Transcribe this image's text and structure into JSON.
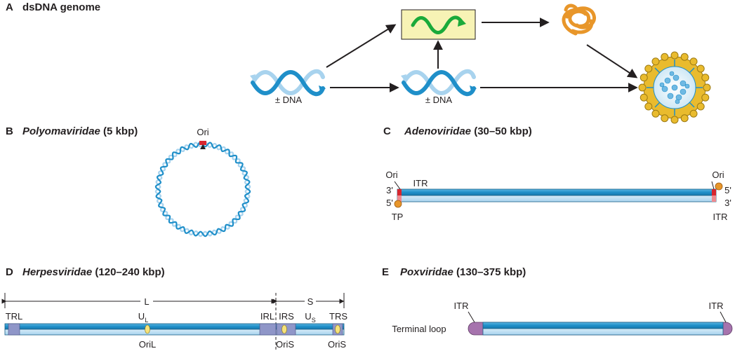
{
  "panelA": {
    "letter": "A",
    "title": "dsDNA genome",
    "dna_label_1": "± DNA",
    "dna_label_2": "± DNA"
  },
  "panelB": {
    "letter": "B",
    "family": "Polyomaviridae",
    "size": " (5 kbp)",
    "ori": "Ori"
  },
  "panelC": {
    "letter": "C",
    "family": "Adenoviridae",
    "size": " (30–50 kbp)",
    "ori_left": "Ori",
    "ori_right": "Ori",
    "itr_left": "ITR",
    "itr_right": "ITR",
    "tp": "TP",
    "three_left": "3'",
    "five_left": "5'",
    "five_right": "5'",
    "three_right": "3'"
  },
  "panelD": {
    "letter": "D",
    "family": "Herpesviridae",
    "size": " (120–240 kbp)",
    "L": "L",
    "S": "S",
    "TRL": "TRL",
    "UL_main": "U",
    "UL_sub": "L",
    "IRL": "IRL",
    "IRS": "IRS",
    "US_main": "U",
    "US_sub": "S",
    "TRS": "TRS",
    "OriL": "OriL",
    "OriS1": "OriS",
    "OriS2": "OriS"
  },
  "panelE": {
    "letter": "E",
    "family": "Poxviridae",
    "size": " (130–375 kbp)",
    "itr_left": "ITR",
    "itr_right": "ITR",
    "terminal_loop": "Terminal loop"
  },
  "colors": {
    "dna_dark": "#1f8fc9",
    "dna_light": "#a8d3ee",
    "mrna": "#1aaa3a",
    "mrna_box": "#f7f3b5",
    "protein": "#e8962a",
    "capsid": "#e9bb2e",
    "ori_red": "#d7262f",
    "itr_pink": "#f08a8f",
    "repeat_purple": "#8f96c8",
    "ori_yellow": "#f6e27a",
    "tp_orange": "#e8962a",
    "loop_purple": "#a673ad"
  }
}
